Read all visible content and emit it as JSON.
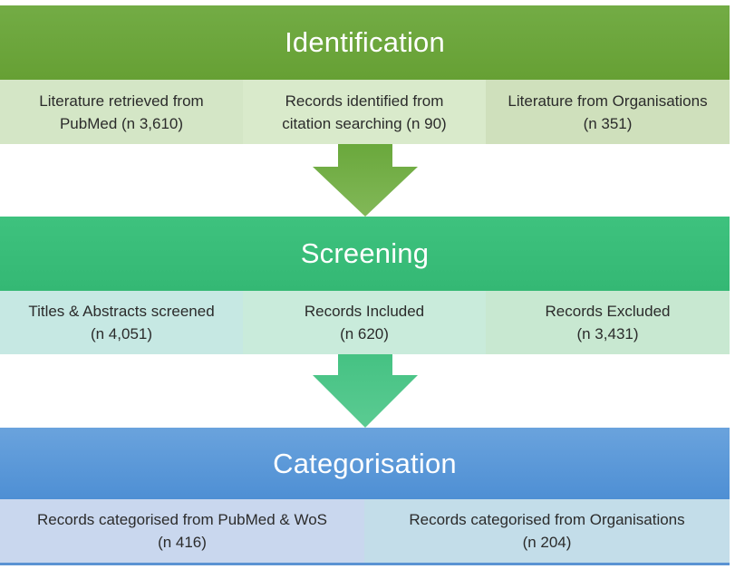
{
  "identification": {
    "title": "Identification",
    "cells": [
      {
        "line1": "Literature retrieved from",
        "line2": "PubMed (n 3,610)"
      },
      {
        "line1": "Records identified from",
        "line2": "citation searching (n 90)"
      },
      {
        "line1": "Literature from Organisations",
        "line2": "(n 351)"
      }
    ]
  },
  "screening": {
    "title": "Screening",
    "cells": [
      {
        "line1": "Titles & Abstracts screened",
        "line2": "(n 4,051)"
      },
      {
        "line1": "Records Included",
        "line2": "(n 620)"
      },
      {
        "line1": "Records Excluded",
        "line2": "(n 3,431)"
      }
    ]
  },
  "categorisation": {
    "title": "Categorisation",
    "cells": [
      {
        "line1": "Records categorised from PubMed & WoS",
        "line2": "(n 416)"
      },
      {
        "line1": "Records categorised from Organisations",
        "line2": "(n 204)"
      }
    ]
  },
  "colors": {
    "identification": "#6aa53a",
    "screening": "#38bc78",
    "categorisation": "#5b95d6"
  },
  "arrows": [
    {
      "icon": "down-arrow-icon"
    },
    {
      "icon": "down-arrow-icon"
    }
  ]
}
